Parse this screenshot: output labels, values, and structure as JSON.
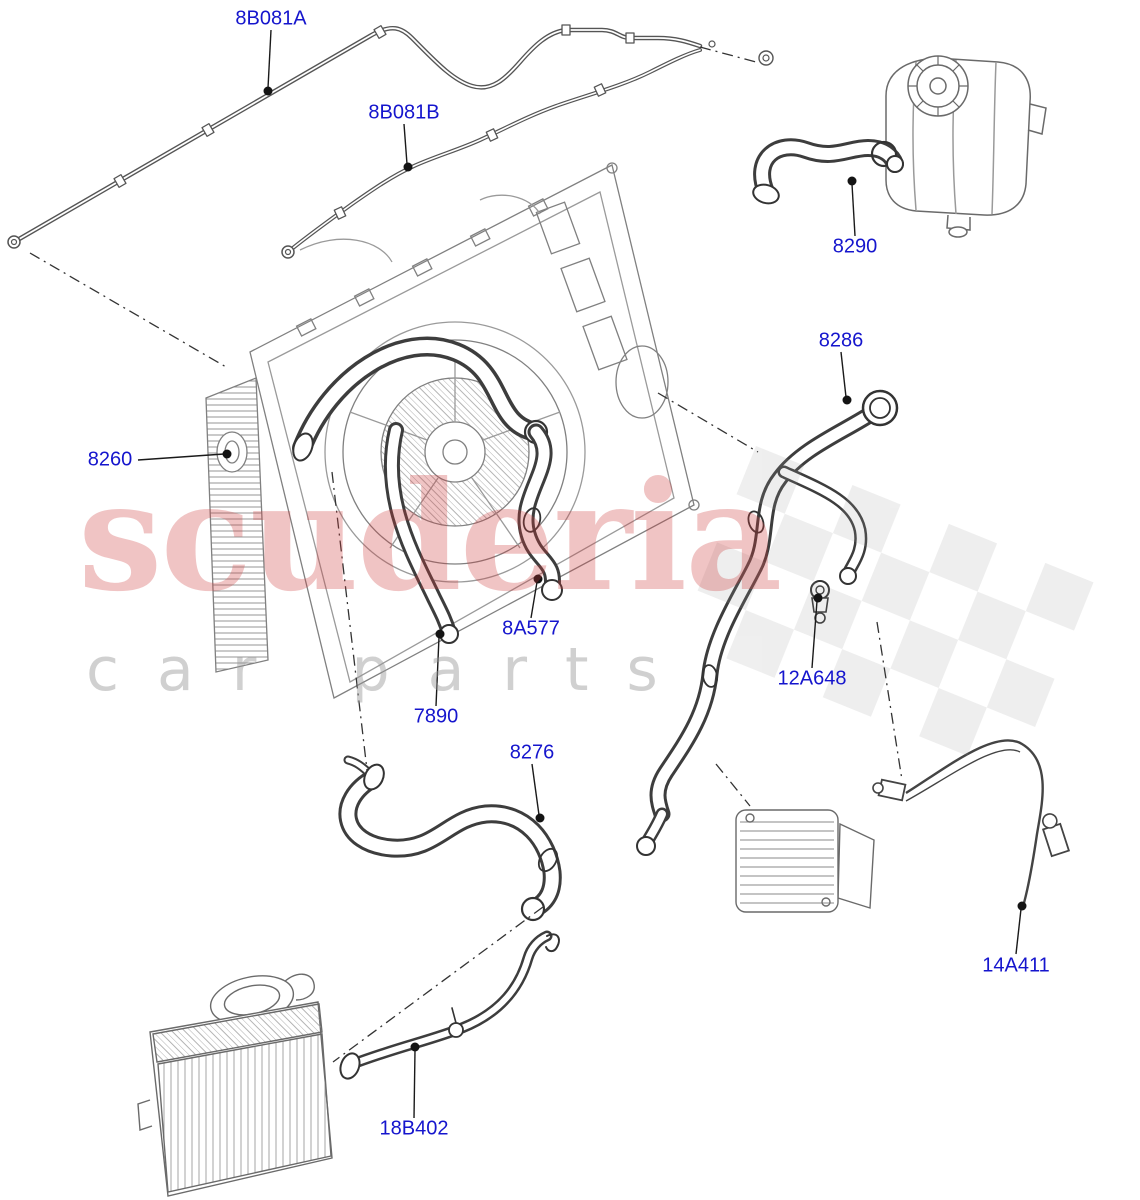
{
  "diagram": {
    "kind": "automotive-cooling-system-hoses-parts-diagram",
    "label_color": "#1515cd",
    "part_labels": [
      "8B081A",
      "8B081B",
      "8290",
      "8286",
      "8260",
      "8A577",
      "7890",
      "12A648",
      "8276",
      "14A411",
      "18B402"
    ],
    "watermark": {
      "line1": "scuderia",
      "line2": "car parts"
    }
  }
}
